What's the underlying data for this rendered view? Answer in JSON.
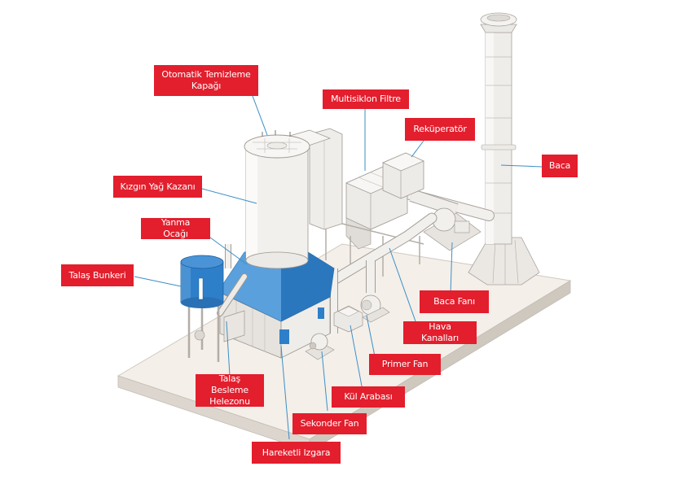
{
  "diagram": {
    "type": "labeled-isometric-illustration",
    "subject": "Biomass (wood shavings) fired thermal oil boiler system",
    "colors": {
      "label_background": "#e31e2d",
      "label_text": "#ffffff",
      "leader_line": "#3b8fc7",
      "equipment_accent": "#2e7fc9",
      "equipment_body": "#f1efec",
      "platform": "#f3eee8"
    },
    "labels": [
      {
        "id": "otomatik-temizleme-kapagi",
        "text": "Otomatik Temizleme\nKapağı"
      },
      {
        "id": "multisiklon-filtre",
        "text": "Multisiklon Filtre"
      },
      {
        "id": "rekuperator",
        "text": "Reküperatör"
      },
      {
        "id": "kizgin-yag-kazani",
        "text": "Kızgın Yağ Kazanı"
      },
      {
        "id": "baca",
        "text": "Baca"
      },
      {
        "id": "yanma-ocagi",
        "text": "Yanma Ocağı"
      },
      {
        "id": "talas-bunkeri",
        "text": "Talaş Bunkeri"
      },
      {
        "id": "baca-fani",
        "text": "Baca Fanı"
      },
      {
        "id": "hava-kanallari",
        "text": "Hava Kanalları"
      },
      {
        "id": "primer-fan",
        "text": "Primer Fan"
      },
      {
        "id": "talas-besleme-helezonu",
        "text": "Talaş Besleme\nHelezonu"
      },
      {
        "id": "kul-arabasi",
        "text": "Kül Arabası"
      },
      {
        "id": "sekonder-fan",
        "text": "Sekonder Fan"
      },
      {
        "id": "hareketli-izgara",
        "text": "Hareketli Izgara"
      }
    ]
  }
}
